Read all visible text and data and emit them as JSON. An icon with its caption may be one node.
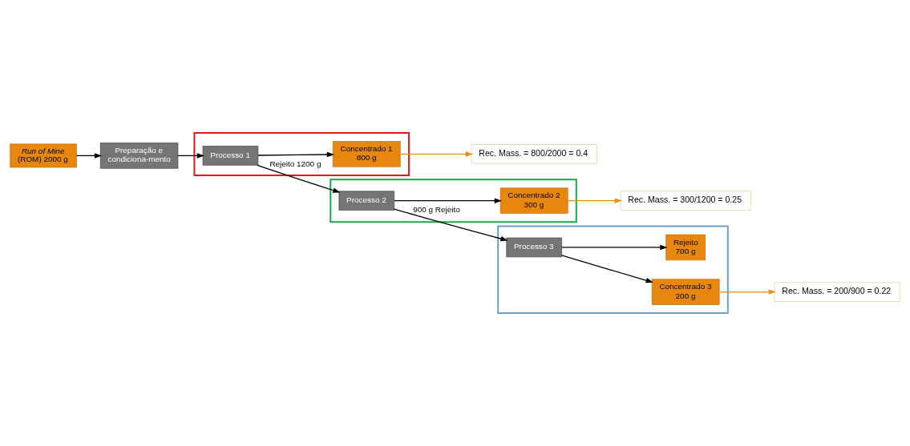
{
  "diagram": {
    "nodes": [
      {
        "text": [
          "*Run of Mine* (ROM) 2000 g"
        ]
      },
      {
        "text": [
          "Preparação e condiciona-mento"
        ]
      },
      {
        "text": [],
        "shape": "box"
      },
      {
        "text": [
          "Processo 1"
        ],
        "in": 2
      },
      {
        "text": [
          "Concentrado 1 800 g"
        ],
        "in": 2
      },
      {
        "text": [],
        "shape": "box"
      },
      {
        "text": [
          "Processo 2"
        ],
        "in": 5
      },
      {
        "text": [
          "Concentrado 2 300 g"
        ],
        "in": 5
      },
      {
        "text": [],
        "shape": "box"
      },
      {
        "text": [
          "Processo 3"
        ],
        "in": 8
      },
      {
        "text": [
          "Concentrado 3 200 g"
        ],
        "in": 8
      },
      {
        "text": [
          "Rejeito 700 g"
        ],
        "in": 8
      },
      {
        "text": [
          "Rec. Mass. = 800/2000 = 0.4"
        ]
      },
      {
        "text": [
          "Rec. Mass. = 300/1200 = 0.25"
        ]
      },
      {
        "text": [
          "Rec. Mass. = 200/900 = 0.22"
        ]
      }
    ],
    "edges": [
      {
        "from": 0,
        "to": 1,
        "arrow": "to"
      },
      {
        "from": 1,
        "to": 3,
        "arrow": "to"
      },
      {
        "from": 3,
        "to": 4,
        "arrow": "to"
      },
      {
        "from": 3,
        "to": 6,
        "arrow": "to",
        "label": "Rejeito 1200 g"
      },
      {
        "from": 6,
        "to": 7,
        "arrow": "to"
      },
      {
        "from": 6,
        "to": 9,
        "arrow": "to",
        "label": "900 g Rejeito"
      },
      {
        "from": 9,
        "to": 10,
        "arrow": "to"
      },
      {
        "from": 9,
        "to": 11,
        "arrow": "to"
      },
      {
        "from": 4,
        "to": 12,
        "arrow": "to",
        "color": "#e8900c"
      },
      {
        "from": 7,
        "to": 13,
        "arrow": "to",
        "color": "#e8900c"
      },
      {
        "from": 10,
        "to": 14,
        "arrow": "to",
        "color": "#e8900c"
      }
    ]
  }
}
